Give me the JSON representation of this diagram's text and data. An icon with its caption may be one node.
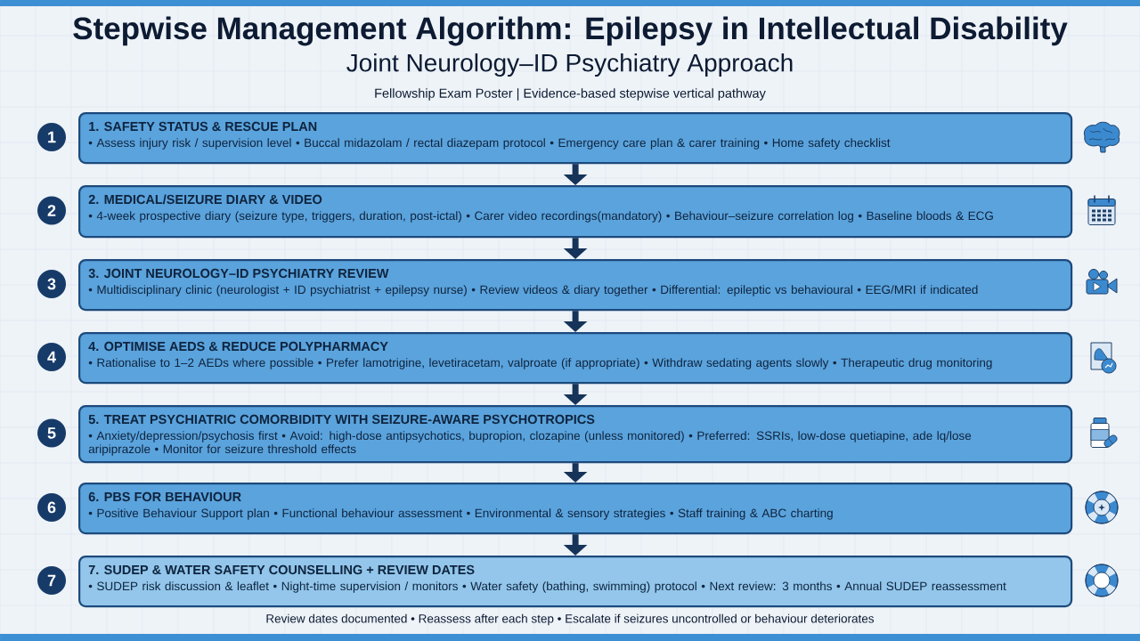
{
  "diagram": {
    "title": "Stepwise Management Algorithm: Epilepsy in Intellectual Disability",
    "caption": "Review dates documented • Reassess after each step • Escalate if seizures uncontrolled or behaviour deteriorates",
    "nodes": [
      {
        "text": [
          "1"
        ]
      },
      {
        "text": [
          "1. SAFETY STATUS & RESCUE PLAN",
          "• Assess injury risk / supervision level • Buccal midazolam / rectal diazepam protocol • Emergency care plan & carer training • Home safety checklist"
        ]
      },
      {
        "text": [
          "2"
        ]
      },
      {
        "text": [
          "2. MEDICAL/SEIZURE DIARY & VIDEO",
          "• 4-week prospective diary (seizure type, triggers, duration, post-ictal) • Carer video recordings(mandatory) • Behaviour–seizure correlation log • Baseline bloods & ECG"
        ]
      },
      {
        "text": [
          "3"
        ]
      },
      {
        "text": [
          "3. JOINT NEUROLOGY–ID PSYCHIATRY REVIEW",
          "• Multidisciplinary clinic (neurologist + ID psychiatrist + epilepsy nurse) • Review videos & diary together • Differential: epileptic vs behavioural • EEG/MRI if indicated"
        ]
      },
      {
        "text": [
          "4"
        ]
      },
      {
        "text": [
          "4. OPTIMISE AEDS & REDUCE POLYPHARMACY",
          "• Rationalise to 1–2 AEDs where possible • Prefer lamotrigine, levetiracetam, valproate (if appropriate) • Withdraw sedating agents slowly • Therapeutic drug monitoring"
        ]
      },
      {
        "text": [
          "5"
        ]
      },
      {
        "text": [
          "5. TREAT PSYCHIATRIC COMORBIDITY WITH SEIZURE-AWARE PSYCHOTROPICS",
          "• Anxiety/depression/psychosis first • Avoid: high-dose antipsychotics, bupropion, clozapine (unless monitored) • Preferred: SSRIs, low-dose quetiapine, ade lq/lose aripiprazole • Monitor for seizure threshold effects"
        ]
      },
      {
        "text": [
          "6"
        ]
      },
      {
        "text": [
          "6. PBS FOR BEHAVIOUR",
          "• Positive Behaviour Support plan • Functional behaviour assessment • Environmental & sensory strategies • Staff training & ABC charting"
        ]
      },
      {
        "text": [
          "7"
        ]
      },
      {
        "text": [
          "7. SUDEP & WATER SAFETY COUNSELLING + REVIEW DATES",
          "• SUDEP risk discussion & leaflet • Night-time supervision / monitors • Water safety (bathing, swimming) protocol • Next review: 3 months • Annual SUDEP reassessment"
        ]
      }
    ],
    "edges": [
      {
        "from": 1,
        "to": 3,
        "arrow": "to"
      },
      {
        "from": 3,
        "to": 5,
        "arrow": "to"
      },
      {
        "from": 5,
        "to": 7,
        "arrow": "to"
      },
      {
        "from": 7,
        "to": 9,
        "arrow": "to"
      },
      {
        "from": 9,
        "to": 11,
        "arrow": "to"
      },
      {
        "from": 11,
        "to": 13,
        "arrow": "to"
      }
    ],
    "labels": [
      "Joint Neurology–ID Psychiatry Approach",
      "Fellowship Exam Poster | Evidence-based stepwise vertical pathway"
    ]
  }
}
